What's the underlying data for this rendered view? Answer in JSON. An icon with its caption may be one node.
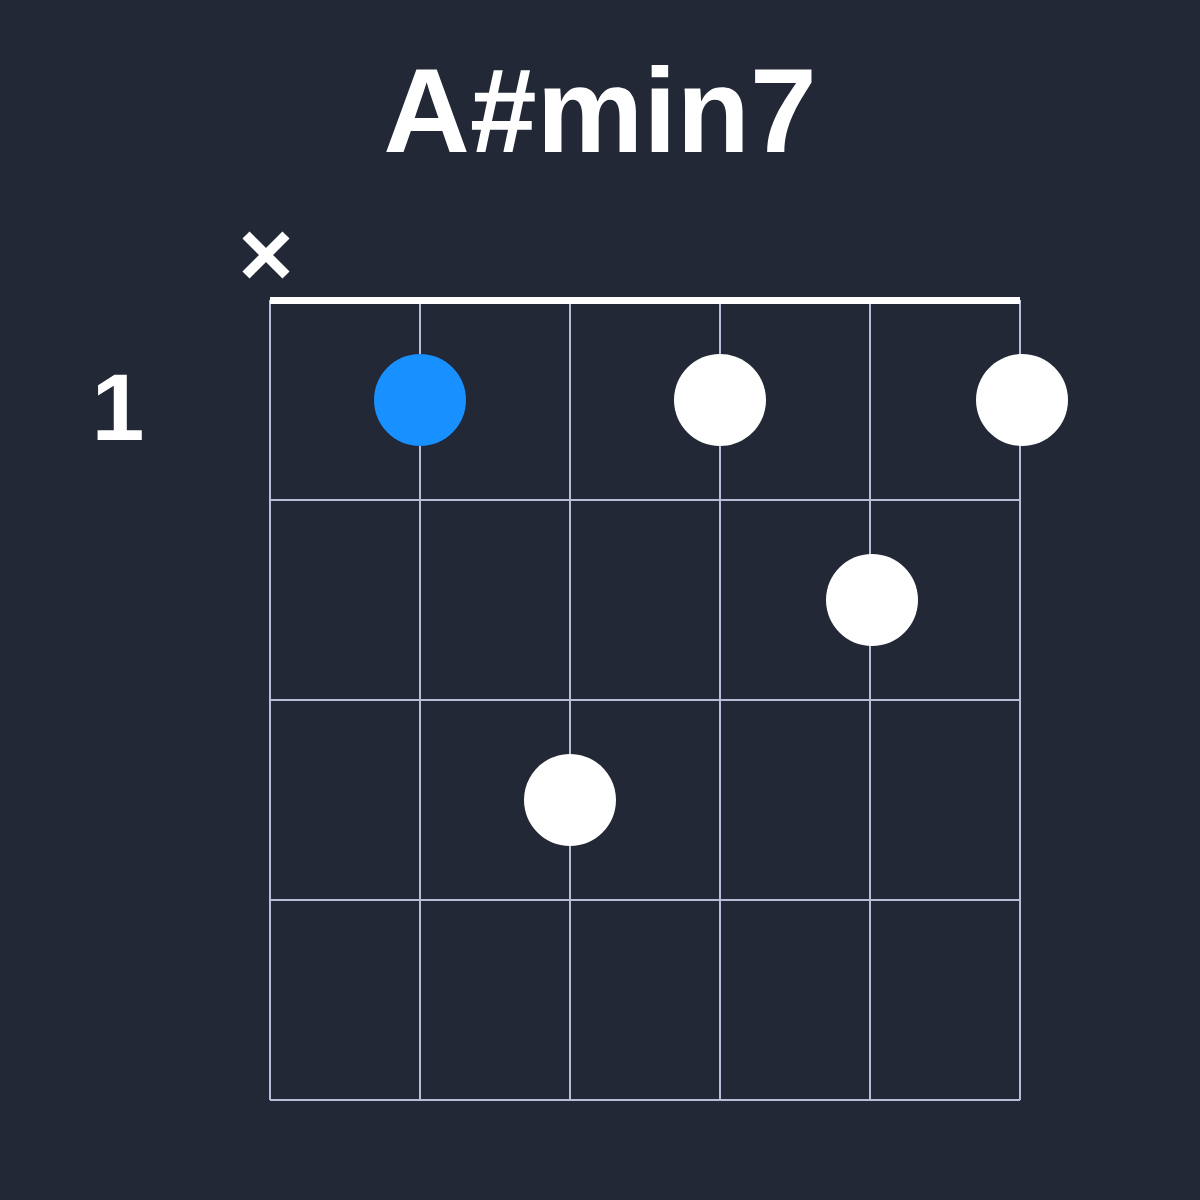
{
  "diagram": {
    "title": "A#min7",
    "nodes": [
      {
        "text": [],
        "shape": "circle"
      },
      {
        "text": [],
        "shape": "circle"
      },
      {
        "text": [],
        "shape": "circle"
      },
      {
        "text": [],
        "shape": "circle"
      },
      {
        "text": [],
        "shape": "circle"
      }
    ],
    "labels": [
      "1"
    ]
  }
}
